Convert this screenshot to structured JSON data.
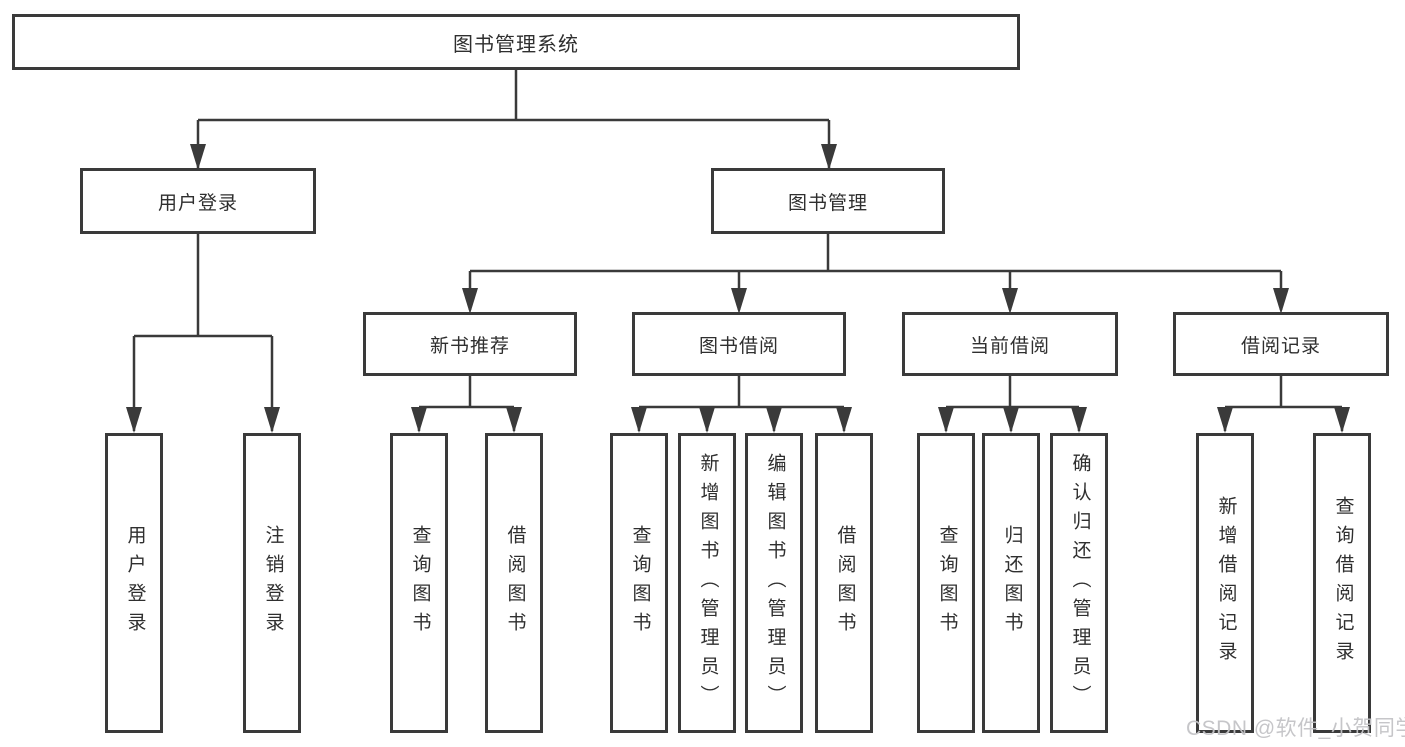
{
  "diagram": {
    "title": "图书管理系统",
    "root": {
      "label": "图书管理系统"
    },
    "branches": [
      {
        "label": "用户登录",
        "children": [
          {
            "label": "用户登录"
          },
          {
            "label": "注销登录"
          }
        ]
      },
      {
        "label": "图书管理",
        "sections": [
          {
            "label": "新书推荐",
            "children": [
              {
                "label": "查询图书"
              },
              {
                "label": "借阅图书"
              }
            ]
          },
          {
            "label": "图书借阅",
            "children": [
              {
                "label": "查询图书"
              },
              {
                "label": "新增图书（管理员）"
              },
              {
                "label": "编辑图书（管理员）"
              },
              {
                "label": "借阅图书"
              }
            ]
          },
          {
            "label": "当前借阅",
            "children": [
              {
                "label": "查询图书"
              },
              {
                "label": "归还图书"
              },
              {
                "label": "确认归还（管理员）"
              }
            ]
          },
          {
            "label": "借阅记录",
            "children": [
              {
                "label": "新增借阅记录"
              },
              {
                "label": "查询借阅记录"
              }
            ]
          }
        ]
      }
    ]
  },
  "watermark": {
    "text": "CSDN @软件_小贺同学"
  },
  "colors": {
    "line": "#3a3a3a",
    "box_border": "#3a3a3a",
    "text": "#2f2f2f",
    "watermark": "#c3c3c6",
    "background": "#ffffff"
  }
}
